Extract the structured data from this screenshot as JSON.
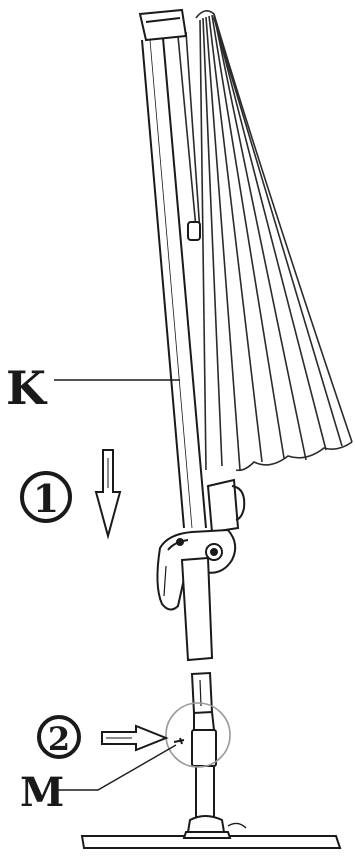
{
  "labels": {
    "part_k": "K",
    "part_m": "M",
    "step_1": "1",
    "step_2": "2"
  },
  "colors": {
    "line": "#1a1a1a",
    "canopy": "#2b2b2b",
    "highlight_circle": "#999999",
    "background": "#ffffff"
  },
  "icons": {
    "step_1_arrow": "arrow-down-icon",
    "step_2_arrow": "arrow-right-icon"
  }
}
